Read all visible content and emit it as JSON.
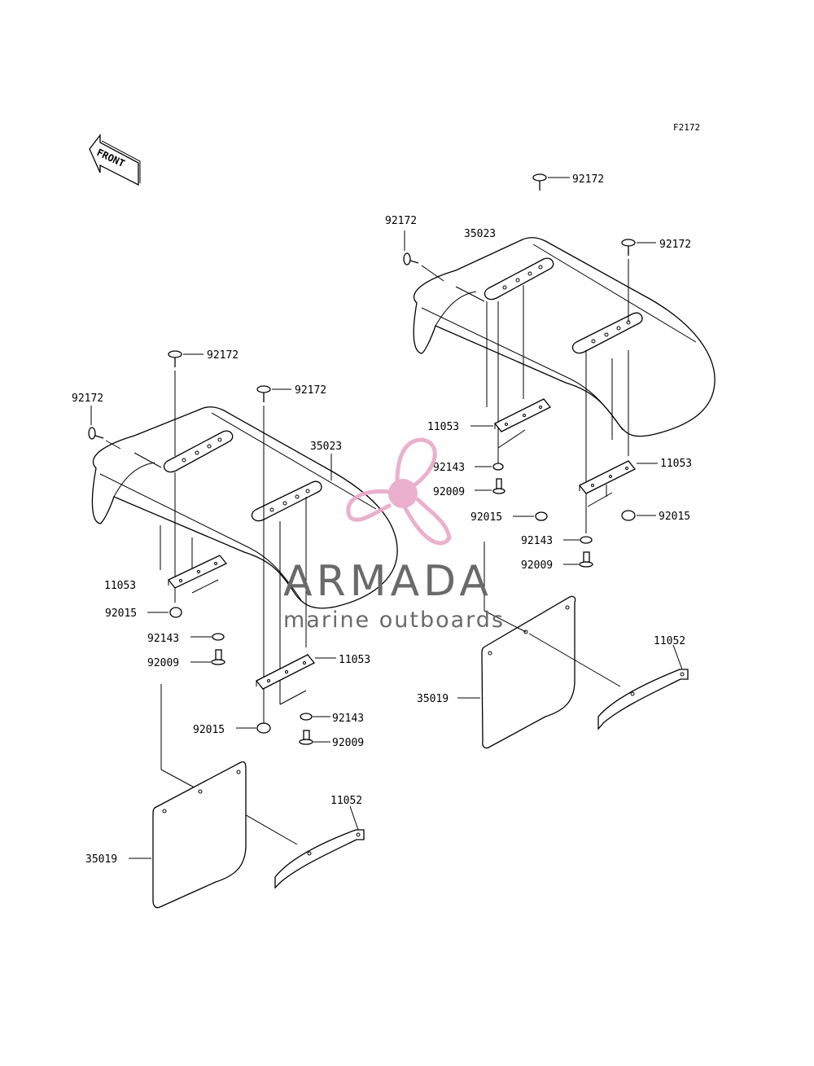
{
  "figure_code": "F2172",
  "front_label": "FRONT",
  "watermark": {
    "title": "ARMADA",
    "subtitle": "marine outboards",
    "logo_color": "#e9a8c6",
    "text_color": "#6a6a6a"
  },
  "labels": {
    "l1": "92172",
    "l2": "92172",
    "l3": "35023",
    "l4": "92172",
    "l5": "92172",
    "l6": "92172",
    "l7": "92172",
    "l8": "35023",
    "l9": "11053",
    "l10": "92143",
    "l11": "92009",
    "l12": "92015",
    "l13": "11053",
    "l14": "92015",
    "l15": "92143",
    "l16": "92009",
    "l17": "11053",
    "l18": "92015",
    "l19": "92143",
    "l20": "92009",
    "l21": "11053",
    "l22": "92015",
    "l23": "92143",
    "l24": "92009",
    "l25": "11052",
    "l26": "35019",
    "l27": "11052",
    "l28": "35019"
  }
}
